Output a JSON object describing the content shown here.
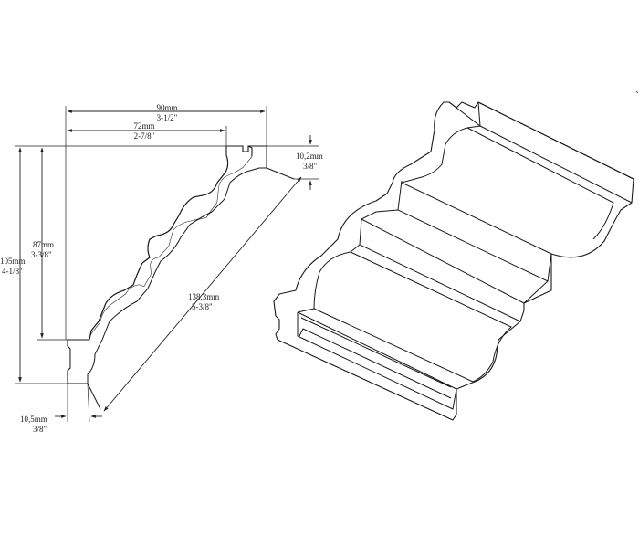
{
  "diagram": {
    "dimensions": {
      "top_width": {
        "metric": "90mm",
        "imperial": "3-1/2\""
      },
      "face_width": {
        "metric": "72mm",
        "imperial": "2-7/8\""
      },
      "top_thickness": {
        "metric": "10,2mm",
        "imperial": "3/8\""
      },
      "total_height": {
        "metric": "105mm",
        "imperial": "4-1/8\""
      },
      "face_height": {
        "metric": "87mm",
        "imperial": "3-3/8\""
      },
      "diagonal_face": {
        "metric": "138,3mm",
        "imperial": "5-3/8\""
      },
      "bottom_thickness": {
        "metric": "10,5mm",
        "imperial": "3/8\""
      }
    },
    "colors": {
      "line": "#1a1a1a",
      "background": "#ffffff"
    }
  }
}
